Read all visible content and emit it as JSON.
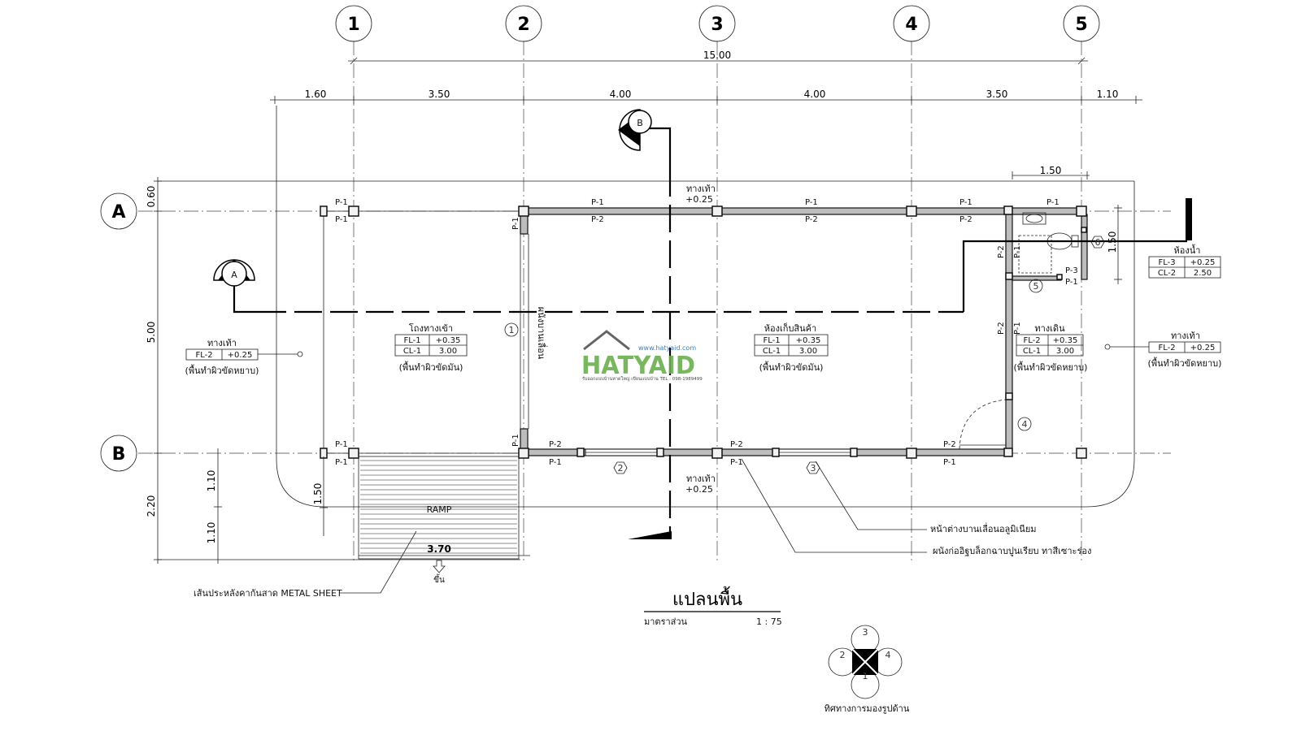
{
  "grid": {
    "columns": [
      "1",
      "2",
      "3",
      "4",
      "5"
    ],
    "rows": [
      "A",
      "B"
    ]
  },
  "dimensions": {
    "overall": "15.00",
    "top_segments": [
      "1.60",
      "3.50",
      "4.00",
      "4.00",
      "3.50",
      "1.10"
    ],
    "left_segments": [
      "0.60",
      "5.00",
      "2.20"
    ],
    "left_inner": [
      "1.10",
      "1.10"
    ],
    "ramp_side": "1.50",
    "ramp_width": "3.70",
    "toilet_width": "1.50",
    "toilet_depth": "1.50"
  },
  "section_markers": [
    "A",
    "B"
  ],
  "rooms": [
    {
      "name": "โถงทางเข้า",
      "rows": [
        [
          "FL-1",
          "+0.35"
        ],
        [
          "CL-1",
          "3.00"
        ]
      ],
      "note": "(พื้นทำผิวขัดมัน)"
    },
    {
      "name": "ห้องเก็บสินค้า",
      "rows": [
        [
          "FL-1",
          "+0.35"
        ],
        [
          "CL-1",
          "3.00"
        ]
      ],
      "note": "(พื้นทำผิวขัดมัน)"
    },
    {
      "name": "ทางเดิน",
      "rows": [
        [
          "FL-2",
          "+0.35"
        ],
        [
          "CL-1",
          "3.00"
        ]
      ],
      "note": "(พื้นทำผิวขัดหยาบ)"
    },
    {
      "name": "ห้องน้ำ",
      "rows": [
        [
          "FL-3",
          "+0.25"
        ],
        [
          "CL-2",
          "2.50"
        ]
      ],
      "note": ""
    }
  ],
  "walkways": [
    {
      "name": "ทางเท้า",
      "rows": [
        [
          "FL-2",
          "+0.25"
        ]
      ],
      "note": "(พื้นทำผิวขัดหยาบ)"
    },
    {
      "name": "ทางเท้า",
      "rows": [
        [
          "FL-2",
          "+0.25"
        ]
      ],
      "note": "(พื้นทำผิวขัดหยาบ)"
    }
  ],
  "level_tags": [
    {
      "name": "ทางเท้า",
      "value": "+0.25"
    },
    {
      "name": "ทางเท้า",
      "value": "+0.25"
    }
  ],
  "wall_tags": [
    "P-1",
    "P-2",
    "P-3"
  ],
  "door_tags": [
    "1",
    "2",
    "3",
    "4",
    "5",
    "6"
  ],
  "partition_label": "ผนังบานเลื่อน",
  "ramp_label": "RAMP",
  "up_label": "ขึ้น",
  "callouts": [
    "หน้าต่างบานเลื่อนอลูมิเนียม",
    "ผนังก่ออิฐบล็อกฉาบปูนเรียบ ทาสีเซาะร่อง",
    "เส้นประหลังคากันสาด METAL SHEET"
  ],
  "title": "แปลนพื้น",
  "scale_label": "มาตราส่วน",
  "scale_value": "1 : 75",
  "view_direction": {
    "label": "ทิศทางการมองรูปด้าน",
    "numbers": [
      "3",
      "2",
      "4",
      "1"
    ]
  },
  "watermark": {
    "brand": "HATYAID",
    "url": "www.hatyaid.com",
    "tagline": "รับออกแบบบ้านหาดใหญ่ เขียนแบบบ้าน TEL : 098-1989499"
  },
  "colors": {
    "brand_green": "#6ab04c",
    "brand_red": "#e0242f",
    "wall": "#bdbdbd"
  }
}
